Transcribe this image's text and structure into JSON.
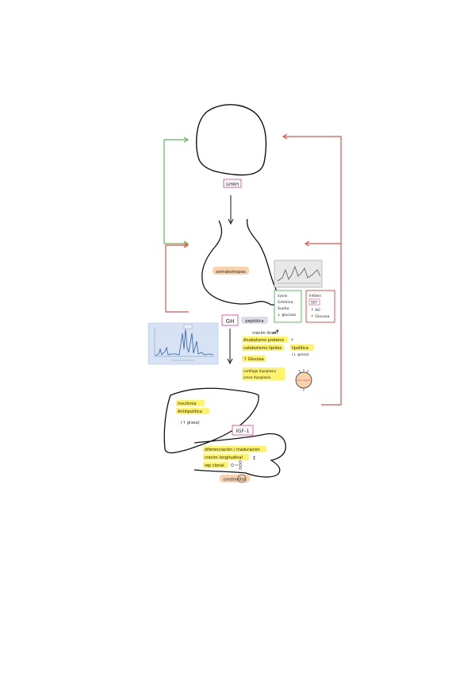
{
  "labels": {
    "ghrh": "GHRH",
    "somatotropos": "somatotropos",
    "gh": "GH",
    "peptidica": "peptídica",
    "igf1": "IGF-1",
    "condrocitos": "condrocitos"
  },
  "stimulus_box": {
    "lines": [
      "ayuno",
      "Grhelina",
      "Sueño",
      "↓ glucosa"
    ]
  },
  "inhibit_box": {
    "title": "Inhiben",
    "lines": [
      "SST",
      "↑ AG",
      "↑ Glucosa"
    ]
  },
  "gh_effects": {
    "line1": "crecim lineal",
    "line2": "Anabolismo proteico",
    "line3a": "catabolismo lípidos :",
    "line3b": "lipolítica",
    "line3c": "(↓ grasa)",
    "line4": "↑ Glucosa",
    "line5a": "cartílago hipoplasia",
    "line5b": "crece hipoplasia"
  },
  "liver_notes": {
    "line1": "insulínica",
    "line2": "Antilipolítica",
    "line3": "(↑ grasa)"
  },
  "bone_notes": {
    "line1": "diferenciación / maduración",
    "line2": "crecim longitudinal",
    "line3": "rep clonal"
  },
  "circle_note": "Efecto negativo",
  "colors": {
    "green": "#5cb85c",
    "red": "#d9534f",
    "pink": "#e75f9b",
    "highlight_yellow": "#fdf36c",
    "highlight_peach": "#f7d2ad",
    "highlight_purple": "#dfd9ec"
  }
}
